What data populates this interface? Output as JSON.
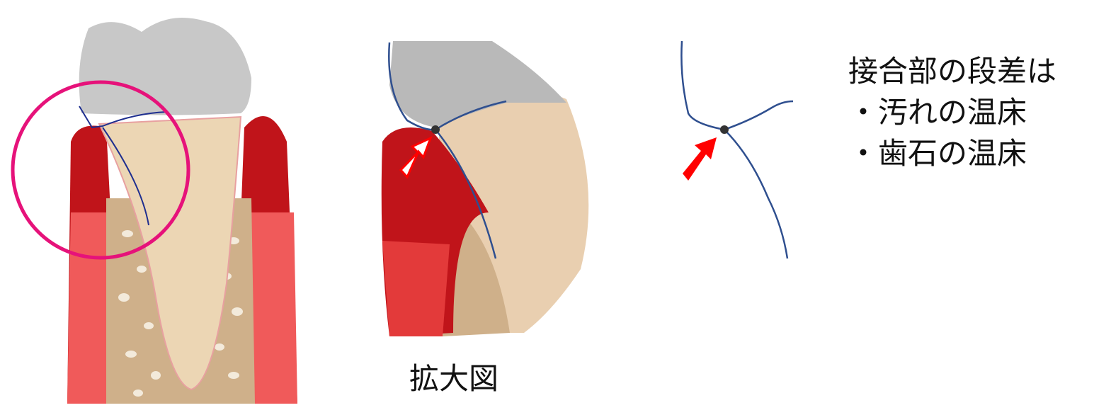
{
  "labels": {
    "enlarged_caption": "拡大図",
    "note_title": "接合部の段差は",
    "note_items": [
      "・汚れの温床",
      "・歯石の温床"
    ]
  },
  "colors": {
    "gum": "#c0141a",
    "gum_light": "#f07070",
    "crown": "#c8c8c8",
    "tooth": "#ecd6b4",
    "bone": "#cfb08a",
    "highlight_circle": "#e6127a",
    "margin_line": "#2f4f8f",
    "arrow": "#ff0000"
  }
}
